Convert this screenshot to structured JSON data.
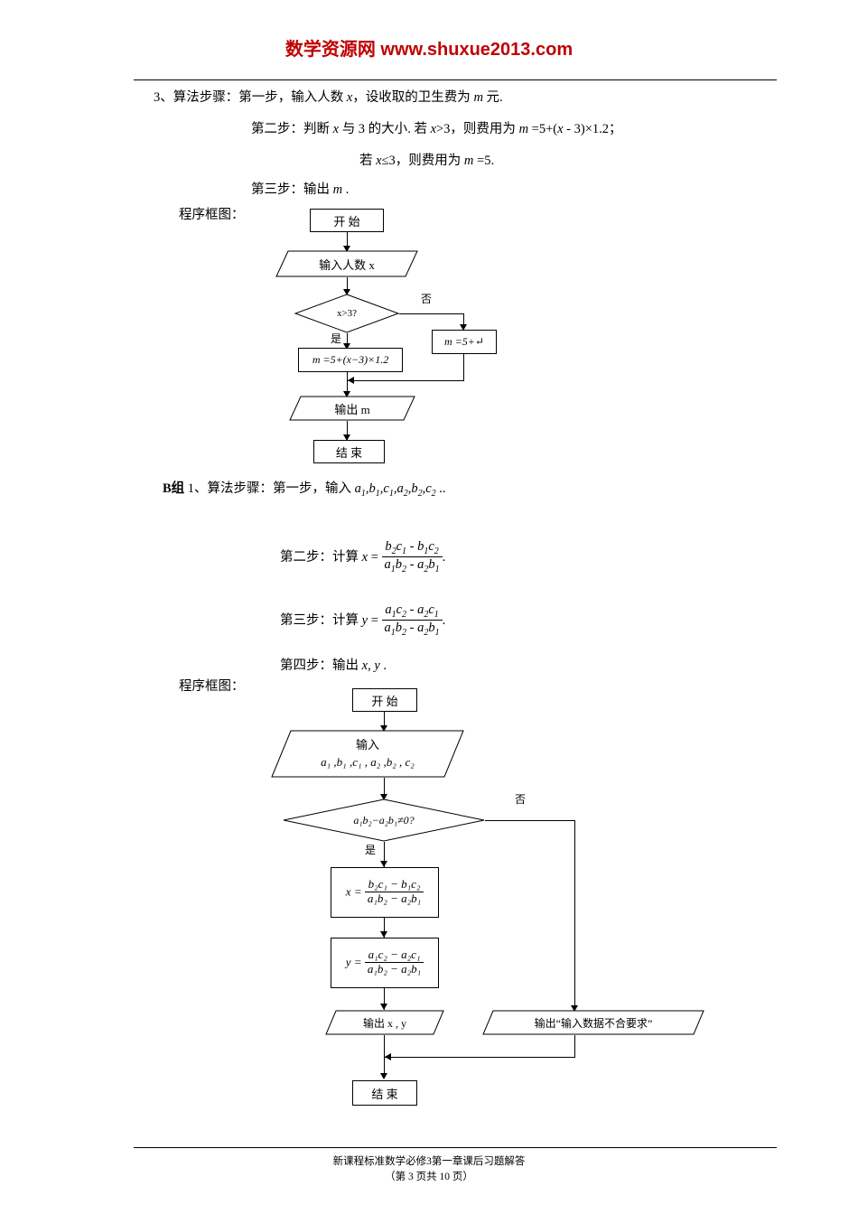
{
  "header": {
    "site_title": "数学资源网 www.shuxue2013.com",
    "color": "#c00000"
  },
  "section_a": {
    "step_intro": "3、算法步骤：第一步，输入人数 x，设收取的卫生费为 m 元.",
    "step2_prefix": "第二步：判断 x 与 3 的大小. 若 x>3，则费用为 m =5+(x - 3)×1.2；",
    "step2_alt": "若 x≤3，则费用为 m =5.",
    "step3": "第三步：输出 m .",
    "diagram_label": "程序框图："
  },
  "flow_a": {
    "start": "开  始",
    "input": "输入人数 x",
    "decision": "x>3?",
    "yes": "是",
    "no": "否",
    "process_true": "m =5+(x−3)×1.2",
    "process_false": "m =5+↵",
    "output": "输出 m",
    "end": "结  束"
  },
  "section_b": {
    "group_label": "B组",
    "step_intro": "1、算法步骤：第一步，输入 a₁,b₁,c₁,a₂,b₂,c₂ ..",
    "step2_prefix": "第二步：计算 x =",
    "step2_num": "b₂c₁ - b₁c₂",
    "step2_den": "a₁b₂ - a₂b₁",
    "step3_prefix": "第三步：计算 y =",
    "step3_num": "a₁c₂ - a₂c₁",
    "step3_den": "a₁b₂ - a₂b₁",
    "step4": "第四步：输出 x, y .",
    "diagram_label": "程序框图："
  },
  "flow_b": {
    "start": "开  始",
    "input_line1": "输入",
    "input_line2": "a₁ ,b₁ ,c₁ , a₂ ,b₂ , c₂",
    "decision": "a₁b₂−a₂b₁≠0?",
    "yes": "是",
    "no": "否",
    "process_x_num": "b₂c₁ − b₁c₂",
    "process_x_den": "a₁b₂ − a₂b₁",
    "process_x_lhs": "x =",
    "process_y_num": "a₁c₂ − a₂c₁",
    "process_y_den": "a₁b₂ − a₂b₁",
    "process_y_lhs": "y =",
    "output_xy": "输出 x , y",
    "output_err": "输出“输入数据不合要求”",
    "end": "结  束"
  },
  "footer": {
    "line1": "新课程标准数学必修3第一章课后习题解答",
    "line2": "（第 3 页共 10 页）"
  }
}
